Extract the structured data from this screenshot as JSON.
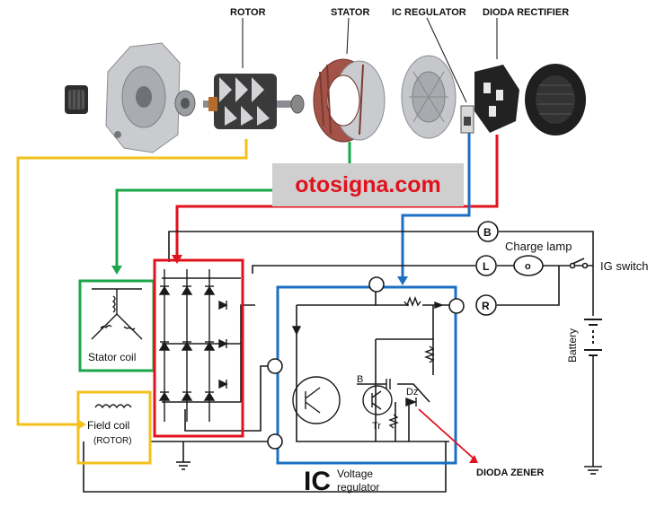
{
  "components": {
    "rotor": "ROTOR",
    "stator": "STATOR",
    "ic_regulator": "IC REGULATOR",
    "dioda_rectifier": "DIODA RECTIFIER"
  },
  "watermark": "otosigna.com",
  "schematic": {
    "stator_coil": "Stator coil",
    "field_coil": "Field coil",
    "field_coil_sub": "(ROTOR)",
    "charge_lamp": "Charge lamp",
    "ig_switch": "IG switch",
    "battery": "Battery",
    "terminal_b": "B",
    "terminal_l": "L",
    "terminal_r": "R",
    "terminal_lamp": "o",
    "ic_big": "IC",
    "ic_voltage": "Voltage",
    "ic_regulator": "regulator",
    "label_b": "B",
    "label_dz": "Dz",
    "label_tr": "Tr",
    "dioda_zener": "DIODA ZENER"
  },
  "colors": {
    "yellow": "#f3c01c",
    "green": "#1ba64a",
    "red": "#e0121e",
    "blue": "#1c6fc4",
    "wire": "#1a1a1a"
  }
}
